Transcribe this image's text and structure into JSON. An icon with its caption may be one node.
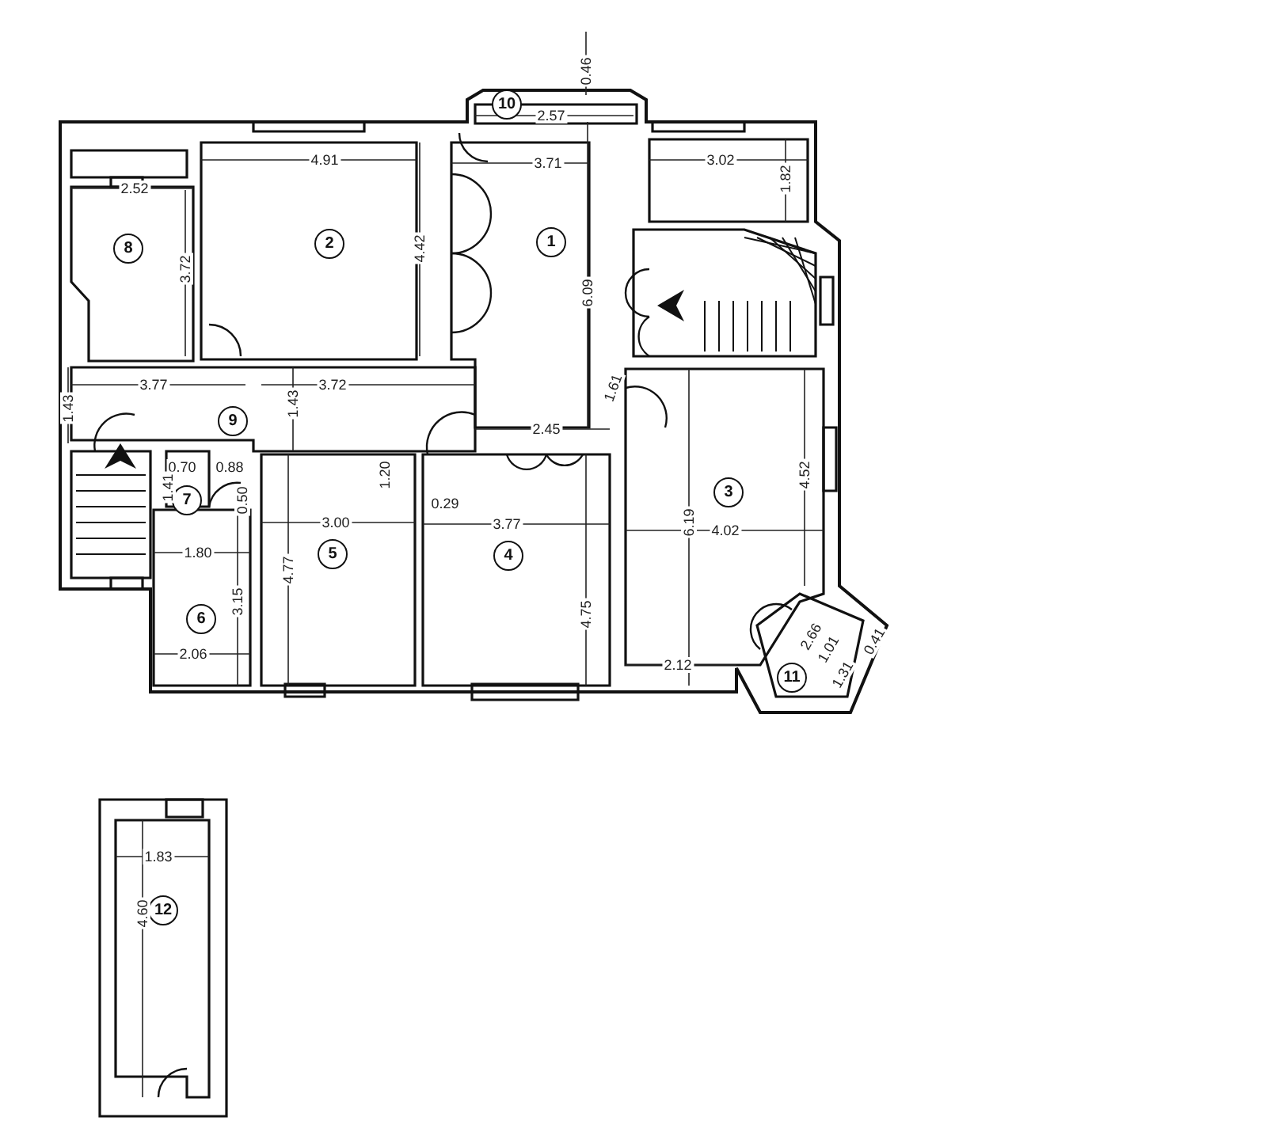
{
  "diagram": {
    "nodes": [
      {
        "text": [
          "10"
        ]
      },
      {
        "text": [
          "8"
        ]
      },
      {
        "text": [
          "2"
        ]
      },
      {
        "text": [
          "1"
        ]
      },
      {
        "text": [
          "9"
        ]
      },
      {
        "text": [
          "3"
        ]
      },
      {
        "text": [
          "7"
        ]
      },
      {
        "text": [
          "5"
        ]
      },
      {
        "text": [
          "4"
        ]
      },
      {
        "text": [
          "6"
        ]
      },
      {
        "text": [
          "11"
        ]
      },
      {
        "text": [
          "12"
        ]
      }
    ],
    "edges": [],
    "labels": [
      "0.46",
      "2.57",
      "4.91",
      "3.71",
      "3.02",
      "1.82",
      "2.52",
      "3.72",
      "4.42",
      "6.09",
      "3.77",
      "3.72",
      "1.61",
      "1.43",
      "1.43",
      "2.45",
      "0.70",
      "0.88",
      "1.41",
      "0.50",
      "1.20",
      "4.52",
      "0.29",
      "3.00",
      "3.77",
      "6.19",
      "4.02",
      "1.80",
      "4.77",
      "3.15",
      "4.75",
      "2.66",
      "1.01",
      "0.41",
      "2.06",
      "2.12",
      "1.31",
      "1.83",
      "4.60"
    ]
  }
}
